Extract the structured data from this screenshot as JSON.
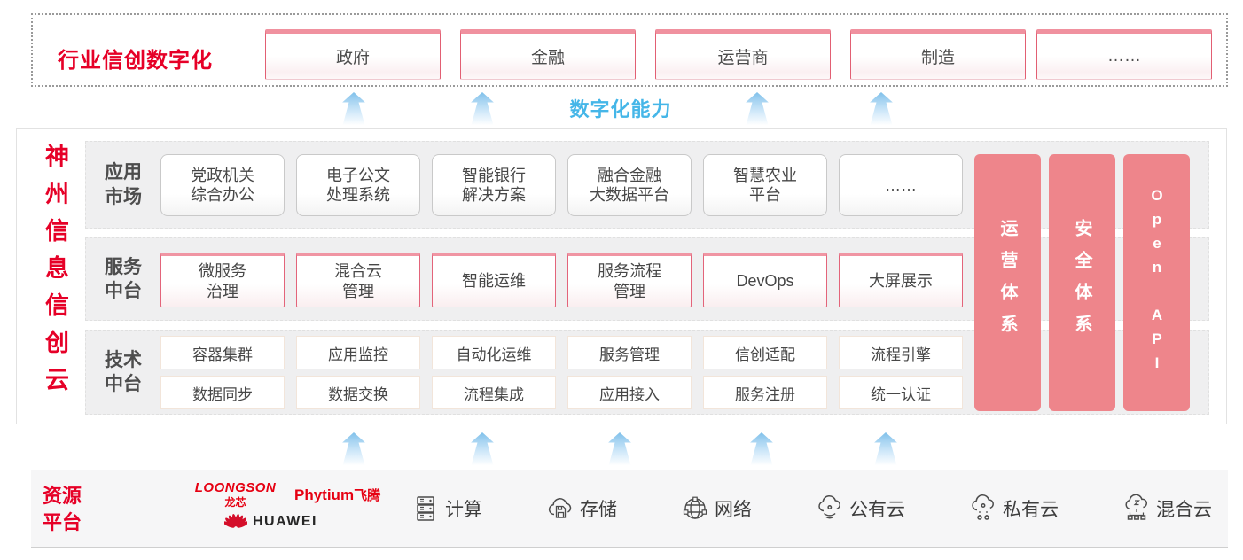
{
  "colors": {
    "accent_red": "#e60027",
    "bar_pink": "#ee858b",
    "capability_blue": "#45b6e8"
  },
  "top_band": {
    "label": "行业信创数字化",
    "industries": [
      "政府",
      "金融",
      "运营商",
      "制造",
      "……"
    ]
  },
  "capability": {
    "label": "数字化能力"
  },
  "platform": {
    "vertical_title": "神州信息信创云",
    "app_row": {
      "label": "应用\n市场",
      "items": [
        "党政机关\n综合办公",
        "电子公文\n处理系统",
        "智能银行\n解决方案",
        "融合金融\n大数据平台",
        "智慧农业\n平台",
        "……"
      ]
    },
    "service_row": {
      "label": "服务\n中台",
      "items": [
        "微服务\n治理",
        "混合云\n管理",
        "智能运维",
        "服务流程\n管理",
        "DevOps",
        "大屏展示"
      ]
    },
    "tech_row": {
      "label": "技术\n中台",
      "items_top": [
        "容器集群",
        "应用监控",
        "自动化运维",
        "服务管理",
        "信创适配",
        "流程引擎"
      ],
      "items_bottom": [
        "数据同步",
        "数据交换",
        "流程集成",
        "应用接入",
        "服务注册",
        "统一认证"
      ]
    },
    "side_bars": [
      "运营体系",
      "安全体系",
      "Open API"
    ]
  },
  "resources": {
    "label": "资源\n平台",
    "vendors": {
      "loongson": "LOONGSON",
      "loongson_cn": "龙芯",
      "phytium": "Phytium",
      "phytium_cn": "飞腾",
      "huawei": "HUAWEI"
    },
    "items": [
      {
        "icon": "server-icon",
        "label": "计算"
      },
      {
        "icon": "storage-cloud-icon",
        "label": "存储"
      },
      {
        "icon": "network-globe-icon",
        "label": "网络"
      },
      {
        "icon": "public-cloud-icon",
        "label": "公有云"
      },
      {
        "icon": "private-cloud-icon",
        "label": "私有云"
      },
      {
        "icon": "hybrid-cloud-icon",
        "label": "混合云"
      }
    ]
  }
}
